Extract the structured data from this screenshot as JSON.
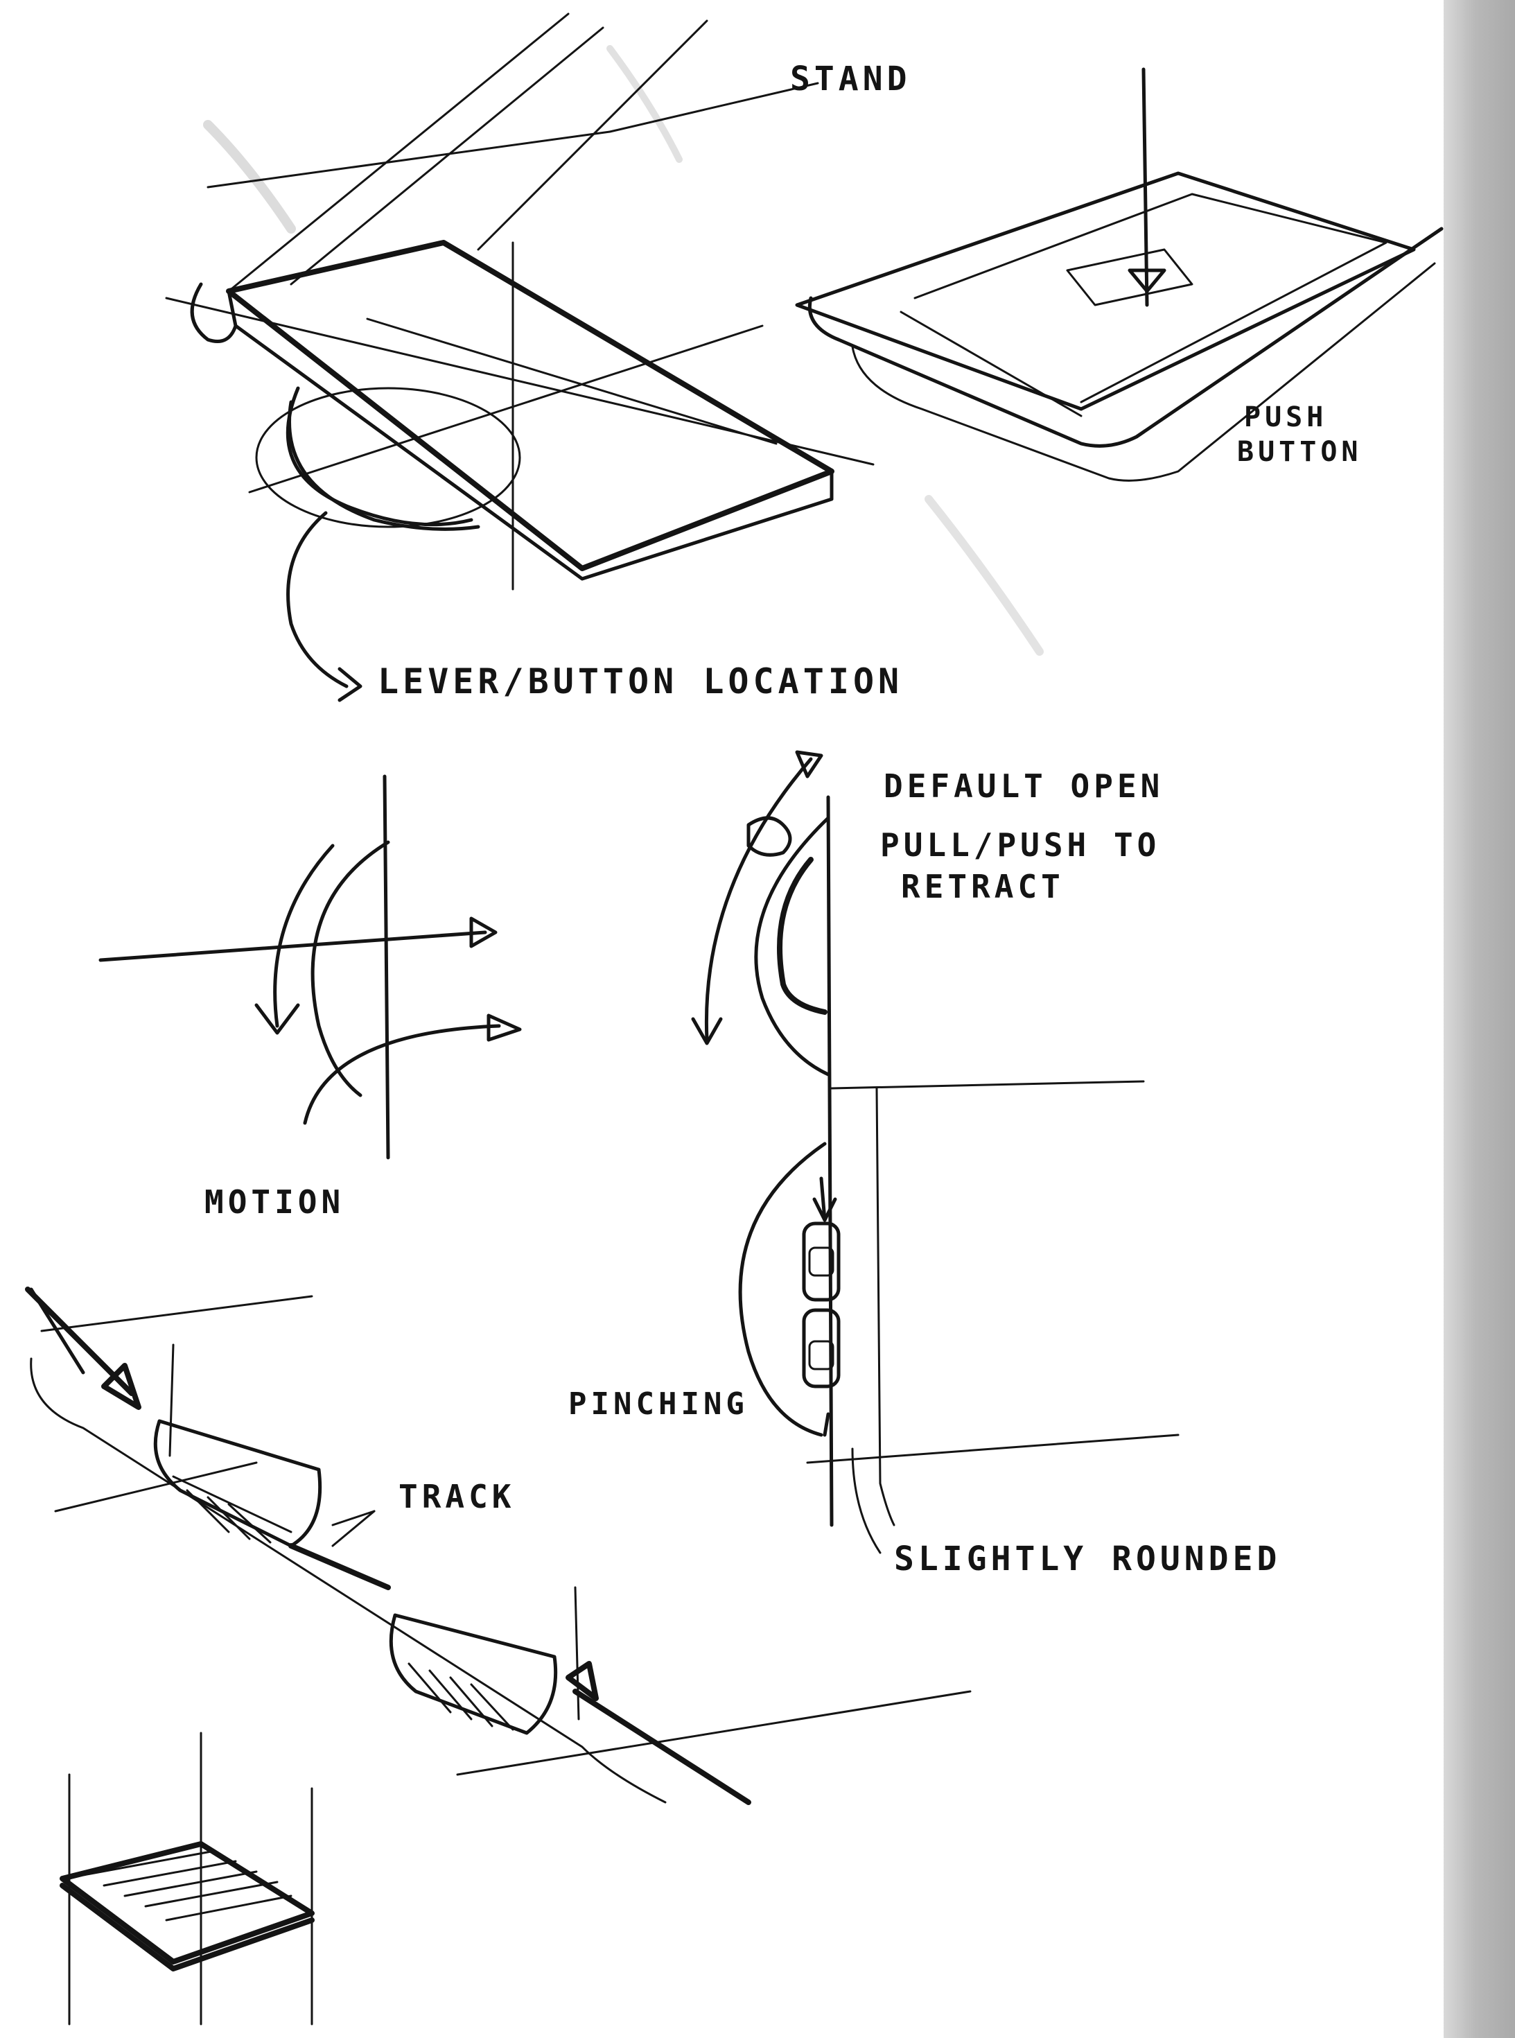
{
  "labels": {
    "stand": "STAND",
    "push_button_line1": "PUSH",
    "push_button_line2": "BUTTON",
    "lever_location": "LEVER/BUTTON LOCATION",
    "default_line1": "DEFAULT OPEN",
    "default_line2": "PULL/PUSH TO",
    "default_line3": "RETRACT",
    "motion": "MOTION",
    "track": "TRACK",
    "pinching": "PINCHING",
    "slightly_rounded": "SLIGHTLY ROUNDED"
  },
  "colors": {
    "ink": "#141414",
    "paper": "#ffffff",
    "smudge": "#9a9a9a",
    "edge": "#b8b8b8"
  }
}
